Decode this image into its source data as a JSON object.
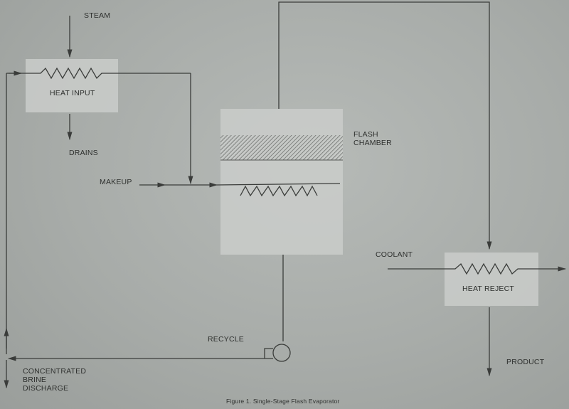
{
  "labels": {
    "steam": "STEAM",
    "heat_input": "HEAT INPUT",
    "drains": "DRAINS",
    "makeup": "MAKEUP",
    "flash_chamber_line1": "FLASH",
    "flash_chamber_line2": "CHAMBER",
    "coolant": "COOLANT",
    "heat_reject": "HEAT REJECT",
    "product": "PRODUCT",
    "recycle": "RECYCLE",
    "brine_line1": "CONCENTRATED",
    "brine_line2": "BRINE",
    "brine_line3": "DISCHARGE"
  },
  "caption": "Figure 1.  Single-Stage Flash Evaporator",
  "colors": {
    "line": "#3a3c3a",
    "box_fill": "#cacdca",
    "hatch": "#6e716e"
  }
}
